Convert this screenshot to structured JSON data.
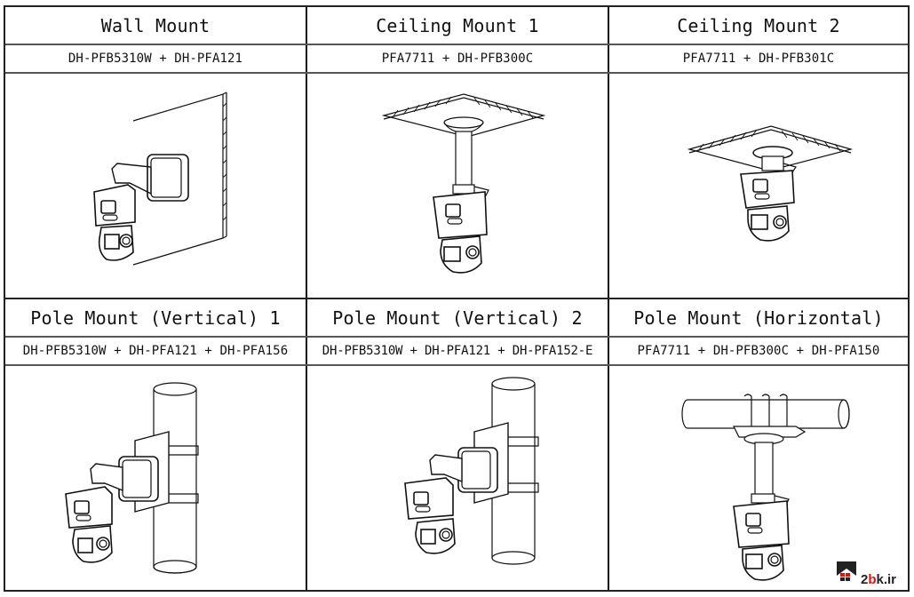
{
  "table": {
    "rows": [
      {
        "cells": [
          {
            "title": "Wall Mount",
            "model": "DH-PFB5310W + DH-PFA121",
            "illustration": "wall-mount-illustration"
          },
          {
            "title": "Ceiling Mount 1",
            "model": "PFA7711 + DH-PFB300C",
            "illustration": "ceiling-mount-1-illustration"
          },
          {
            "title": "Ceiling Mount 2",
            "model": "PFA7711 + DH-PFB301C",
            "illustration": "ceiling-mount-2-illustration"
          }
        ]
      },
      {
        "cells": [
          {
            "title": "Pole Mount (Vertical) 1",
            "model": "DH-PFB5310W + DH-PFA121 + DH-PFA156",
            "illustration": "pole-mount-vertical-1-illustration"
          },
          {
            "title": "Pole Mount (Vertical) 2",
            "model": "DH-PFB5310W + DH-PFA121 + DH-PFA152-E",
            "illustration": "pole-mount-vertical-2-illustration"
          },
          {
            "title": "Pole Mount (Horizontal)",
            "model": "PFA7711 + DH-PFB300C + DH-PFA150",
            "illustration": "pole-mount-horizontal-illustration"
          }
        ]
      }
    ]
  },
  "watermark": {
    "prefix": "2",
    "accent": "b",
    "suffix": "k.ir",
    "icon": "house-logo-icon",
    "accent_color": "#dd1111"
  }
}
